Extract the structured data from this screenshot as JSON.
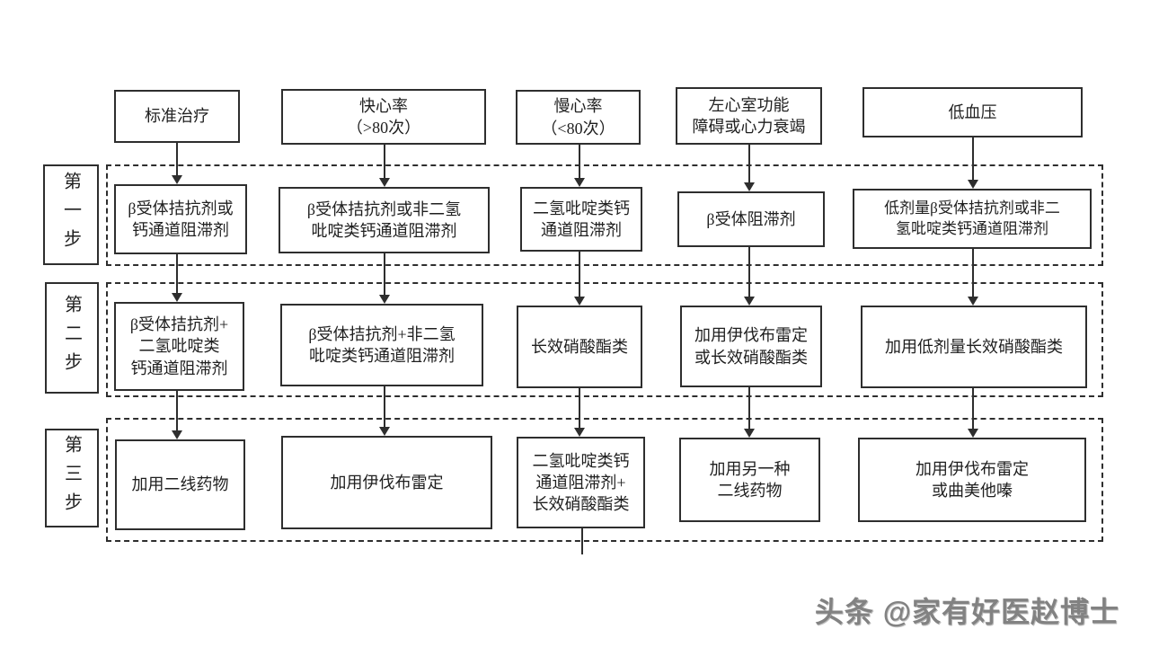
{
  "diagram": {
    "type": "flowchart",
    "language": "zh-CN",
    "line_color": "#2e2e2e",
    "background": "#ffffff"
  },
  "step_labels": [
    {
      "label": "第一步"
    },
    {
      "label": "第二步"
    },
    {
      "label": "第三步"
    }
  ],
  "columns": [
    {
      "header": "标准治疗",
      "step1": "β受体拮抗剂或\n钙通道阻滞剂",
      "step2": "β受体拮抗剂+\n二氢吡啶类\n钙通道阻滞剂",
      "step3": "加用二线药物"
    },
    {
      "header": "快心率\n（>80次）",
      "step1": "β受体拮抗剂或非二氢\n吡啶类钙通道阻滞剂",
      "step2": "β受体拮抗剂+非二氢\n吡啶类钙通道阻滞剂",
      "step3": "加用伊伐布雷定"
    },
    {
      "header": "慢心率\n（<80次）",
      "step1": "二氢吡啶类钙\n通道阻滞剂",
      "step2": "长效硝酸酯类",
      "step3": "二氢吡啶类钙\n通道阻滞剂+\n长效硝酸酯类"
    },
    {
      "header": "左心室功能\n障碍或心力衰竭",
      "step1": "β受体阻滞剂",
      "step2": "加用伊伐布雷定\n或长效硝酸酯类",
      "step3": "加用另一种\n二线药物"
    },
    {
      "header": "低血压",
      "step1": "低剂量β受体拮抗剂或非二\n氢吡啶类钙通道阻滞剂",
      "step2": "加用低剂量长效硝酸酯类",
      "step3": "加用伊伐布雷定\n或曲美他嗪"
    }
  ],
  "watermark": {
    "text": "头条 @家有好医赵博士",
    "color": "#828282"
  }
}
